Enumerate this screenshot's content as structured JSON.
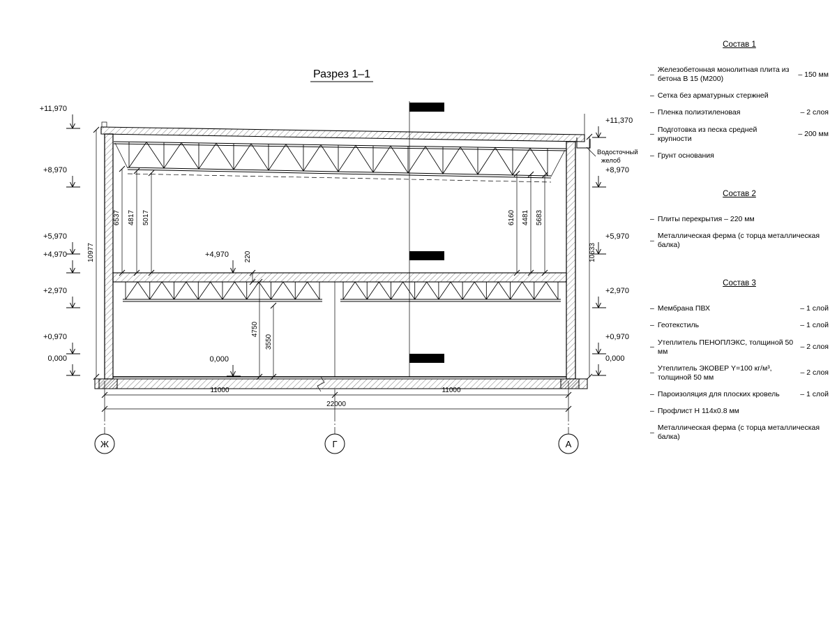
{
  "title": "Разрез 1–1",
  "drawing": {
    "elev_left": [
      "+11,970",
      "+8,970",
      "+5,970",
      "+4,970",
      "+2,970",
      "+0,970",
      "0,000"
    ],
    "elev_right": [
      "+11,370",
      "+8,970",
      "+5,970",
      "+2,970",
      "+0,970",
      "0,000"
    ],
    "mid_elev_top": "+4,970",
    "mid_elev_bottom": "0,000",
    "gutter_line1": "Водосточный",
    "gutter_line2": "желоб",
    "vdims_left": [
      "6537",
      "4817",
      "5017"
    ],
    "vdims_right": [
      "6160",
      "4481",
      "5683"
    ],
    "vdim_outer_left": "10977",
    "vdim_outer_right": "10633",
    "vdim_220": "220",
    "vdim_4750": "4750",
    "vdim_3550": "3550",
    "hdim_left": "11000",
    "hdim_right": "11000",
    "hdim_total": "22000",
    "axis_left": "Ж",
    "axis_mid": "Г",
    "axis_right": "А"
  },
  "panel": {
    "bullet": "–",
    "s1": {
      "title": "Состав 1",
      "items": [
        {
          "text": "Железобетонная монолитная плита из бетона В 15 (М200)",
          "value": "– 150 мм"
        },
        {
          "text": "Сетка без арматурных стержней",
          "value": ""
        },
        {
          "text": "Пленка полиэтиленовая",
          "value": "– 2 слоя"
        },
        {
          "text": "Подготовка из песка средней крупности",
          "value": "– 200 мм"
        },
        {
          "text": "Грунт основания",
          "value": ""
        }
      ]
    },
    "s2": {
      "title": "Состав 2",
      "items": [
        {
          "text": "Плиты перекрытия – 220 мм",
          "value": ""
        },
        {
          "text": "Металлическая ферма (с торца металлическая балка)",
          "value": ""
        }
      ]
    },
    "s3": {
      "title": "Состав 3",
      "items": [
        {
          "text": "Мембрана ПВХ",
          "value": "– 1 слой"
        },
        {
          "text": "Геотекстиль",
          "value": "– 1 слой"
        },
        {
          "text": "Утеплитель ПЕНОПЛЭКС, толщиной 50 мм",
          "value": "– 2 слоя"
        },
        {
          "text": "Утеплитель ЭКОВЕР Y=100 кг/м³, толщиной 50 мм",
          "value": "– 2 слоя"
        },
        {
          "text": "Пароизоляция для плоских кровель",
          "value": "– 1 слой"
        },
        {
          "text": "Профлист Н 114х0.8 мм",
          "value": ""
        },
        {
          "text": "Металлическая ферма (с торца металлическая балка)",
          "value": ""
        }
      ]
    }
  }
}
